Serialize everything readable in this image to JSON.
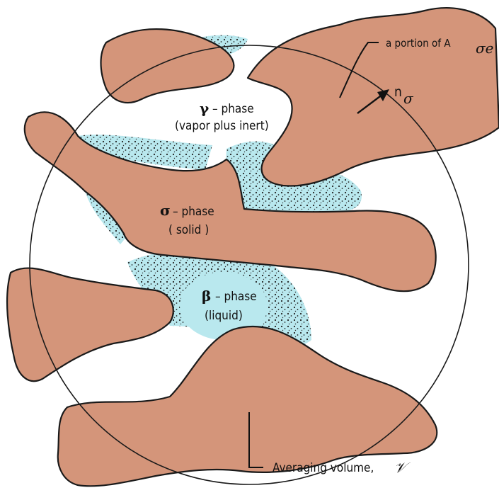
{
  "labels": {
    "gamma_symbol": "γ",
    "gamma_phase": "– phase",
    "gamma_desc": "(vapor plus inert)",
    "sigma_symbol": "σ",
    "sigma_phase": "– phase",
    "sigma_desc": "( solid )",
    "beta_symbol": "β",
    "beta_phase": "– phase",
    "beta_desc": "(liquid)",
    "portion_prefix": "a portion of A",
    "portion_sub": "σe",
    "normal_base": "n",
    "normal_sub": "σ",
    "averaging_volume": "Averaging volume,",
    "averaging_symbol": "𝒱"
  },
  "colors": {
    "solid": "#d4957a",
    "liquid": "#b9e8ee",
    "outline": "#1a1a1a",
    "background": "#ffffff"
  }
}
